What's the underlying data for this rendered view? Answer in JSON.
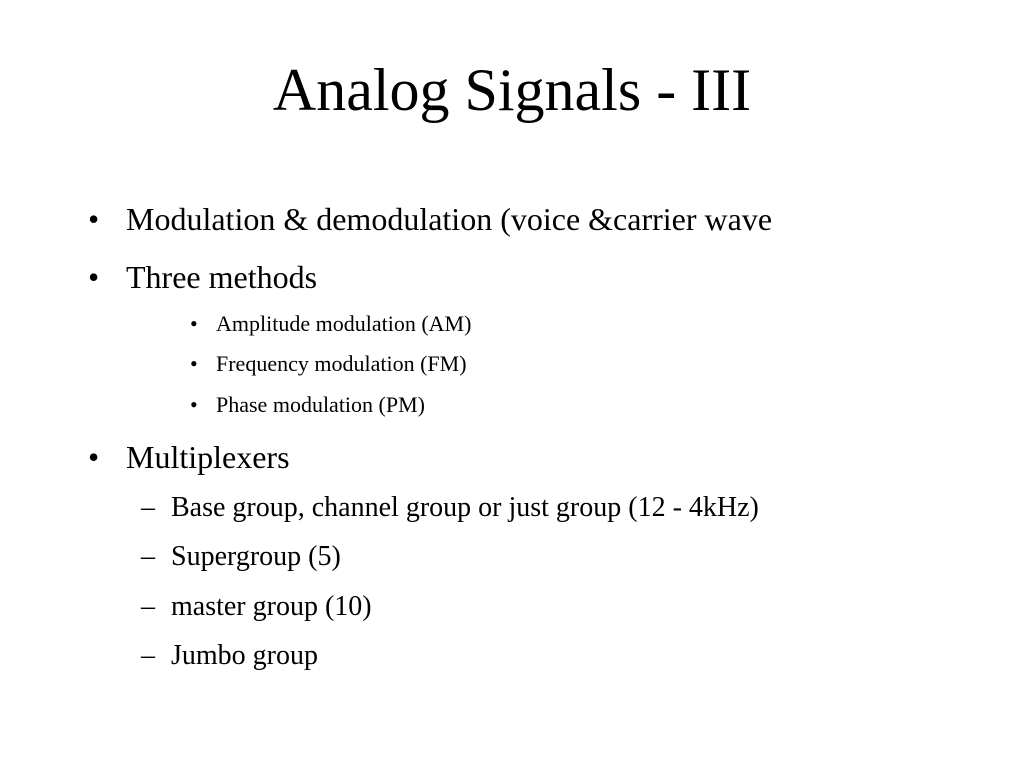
{
  "slide": {
    "title": "Analog Signals - III",
    "bullet_marker": "•",
    "dash_marker": "–",
    "items": [
      {
        "text": "Modulation & demodulation (voice &carrier wave"
      },
      {
        "text": "Three methods"
      },
      {
        "text": "Amplitude modulation (AM)"
      },
      {
        "text": "Frequency modulation (FM)"
      },
      {
        "text": "Phase modulation (PM)"
      },
      {
        "text": "Multiplexers"
      },
      {
        "text": "Base group, channel group or just group (12 - 4kHz)"
      },
      {
        "text": "Supergroup (5)"
      },
      {
        "text": "master group (10)"
      },
      {
        "text": "Jumbo group"
      }
    ]
  }
}
